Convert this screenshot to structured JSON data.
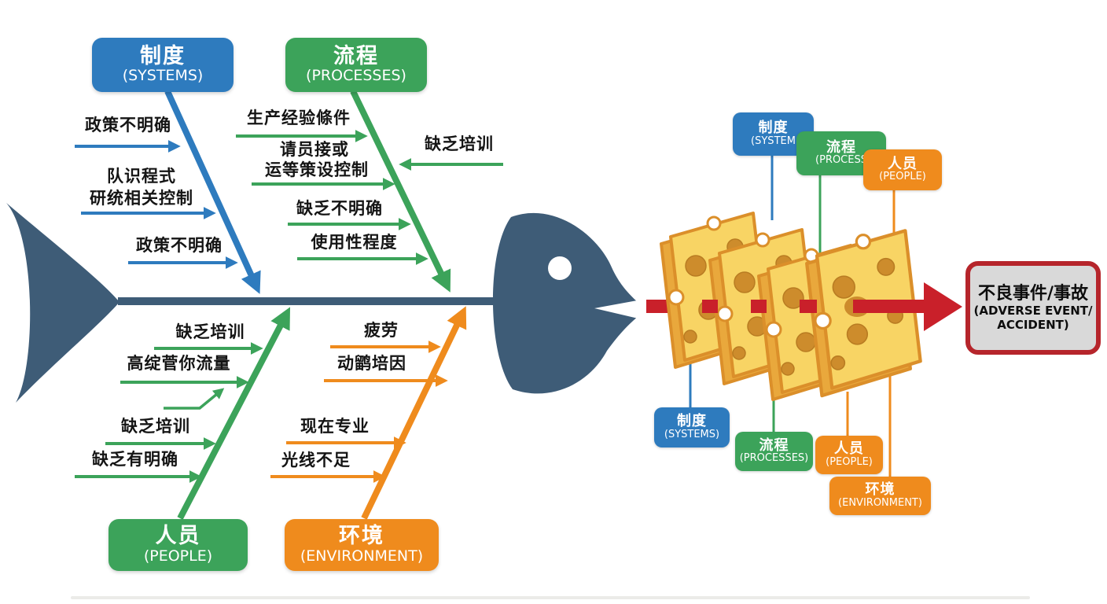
{
  "fishbone": {
    "boxes": {
      "systems": {
        "zh": "制度",
        "en": "(SYSTEMS)"
      },
      "processes": {
        "zh": "流程",
        "en": "(PROCESSES)"
      },
      "people": {
        "zh": "人员",
        "en": "(PEOPLE)"
      },
      "environment": {
        "zh": "环境",
        "en": "(ENVIRONMENT)"
      }
    },
    "causes": {
      "systems": [
        "政策不明确",
        "队识程式",
        "研统相关控制",
        "政策不明确"
      ],
      "processes": [
        "生产经验條件",
        "请员接或",
        "运等策设控制",
        "缺乏不明确",
        "使用性程度",
        "缺乏培训"
      ],
      "people": [
        "缺乏培训",
        "高绽菅你流量",
        "缺乏培训",
        "缺乏有明确"
      ],
      "environment": [
        "疲劳",
        "动鹠培因",
        "现在专业",
        "光线不足"
      ]
    }
  },
  "swiss_cheese": {
    "top_labels": [
      {
        "zh": "制度",
        "en": "(SYSTEM"
      },
      {
        "zh": "流程",
        "en": "(PROCESS"
      },
      {
        "zh": "人员",
        "en": "(PEOPLE)"
      }
    ],
    "bottom_labels": [
      {
        "zh": "制度",
        "en": "(SYSTEMS)"
      },
      {
        "zh": "流程",
        "en": "(PROCESSES)"
      },
      {
        "zh": "人员",
        "en": "(PEOPLE)"
      },
      {
        "zh": "环境",
        "en": "(ENVIRONMENT)"
      }
    ],
    "outcome": {
      "zh": "不良事件/事故",
      "en_line1": "(ADVERSE EVENT/",
      "en_line2": "ACCIDENT)"
    }
  },
  "colors": {
    "blue": "#2E7BBE",
    "green": "#3CA35A",
    "orange": "#EF8B1D",
    "fish_body": "#3E5C77",
    "red_arrow": "#C9202A",
    "cheese_face": "#F8D464",
    "cheese_side": "#E9A83C",
    "cheese_outline": "#DB8F2A",
    "cheese_hole": "#CD8C2C",
    "outcome_bg": "#D9D9D9",
    "outcome_border": "#B6252B"
  }
}
